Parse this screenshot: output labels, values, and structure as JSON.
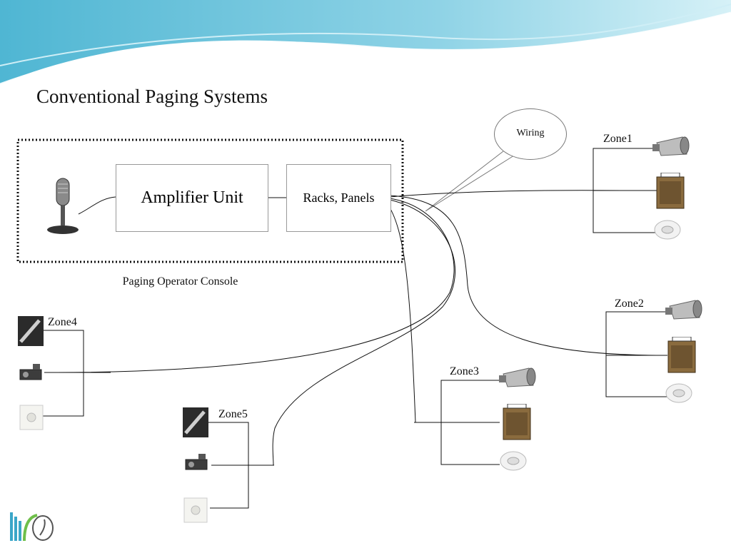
{
  "slide": {
    "title": "Conventional Paging Systems",
    "amplifier_label": "Amplifier Unit",
    "racks_label": "Racks, Panels",
    "console_label": "Paging Operator Console",
    "wiring_label": "Wiring"
  },
  "zones": [
    {
      "label": "Zone1",
      "devices": [
        "horn-speaker-icon",
        "box-speaker-icon",
        "ceiling-speaker-icon"
      ]
    },
    {
      "label": "Zone2",
      "devices": [
        "horn-speaker-icon",
        "box-speaker-icon",
        "ceiling-speaker-icon"
      ]
    },
    {
      "label": "Zone3",
      "devices": [
        "horn-speaker-icon",
        "box-speaker-icon",
        "ceiling-speaker-icon"
      ]
    },
    {
      "label": "Zone4",
      "devices": [
        "ceiling-tile-speaker-icon",
        "projector-speaker-icon",
        "wall-speaker-icon"
      ]
    },
    {
      "label": "Zone5",
      "devices": [
        "ceiling-tile-speaker-icon",
        "projector-speaker-icon",
        "wall-speaker-icon"
      ]
    }
  ],
  "colors": {
    "banner_dark": "#5bbcd6",
    "banner_light": "#bfe8f2",
    "line": "#111111",
    "border": "#999999"
  }
}
